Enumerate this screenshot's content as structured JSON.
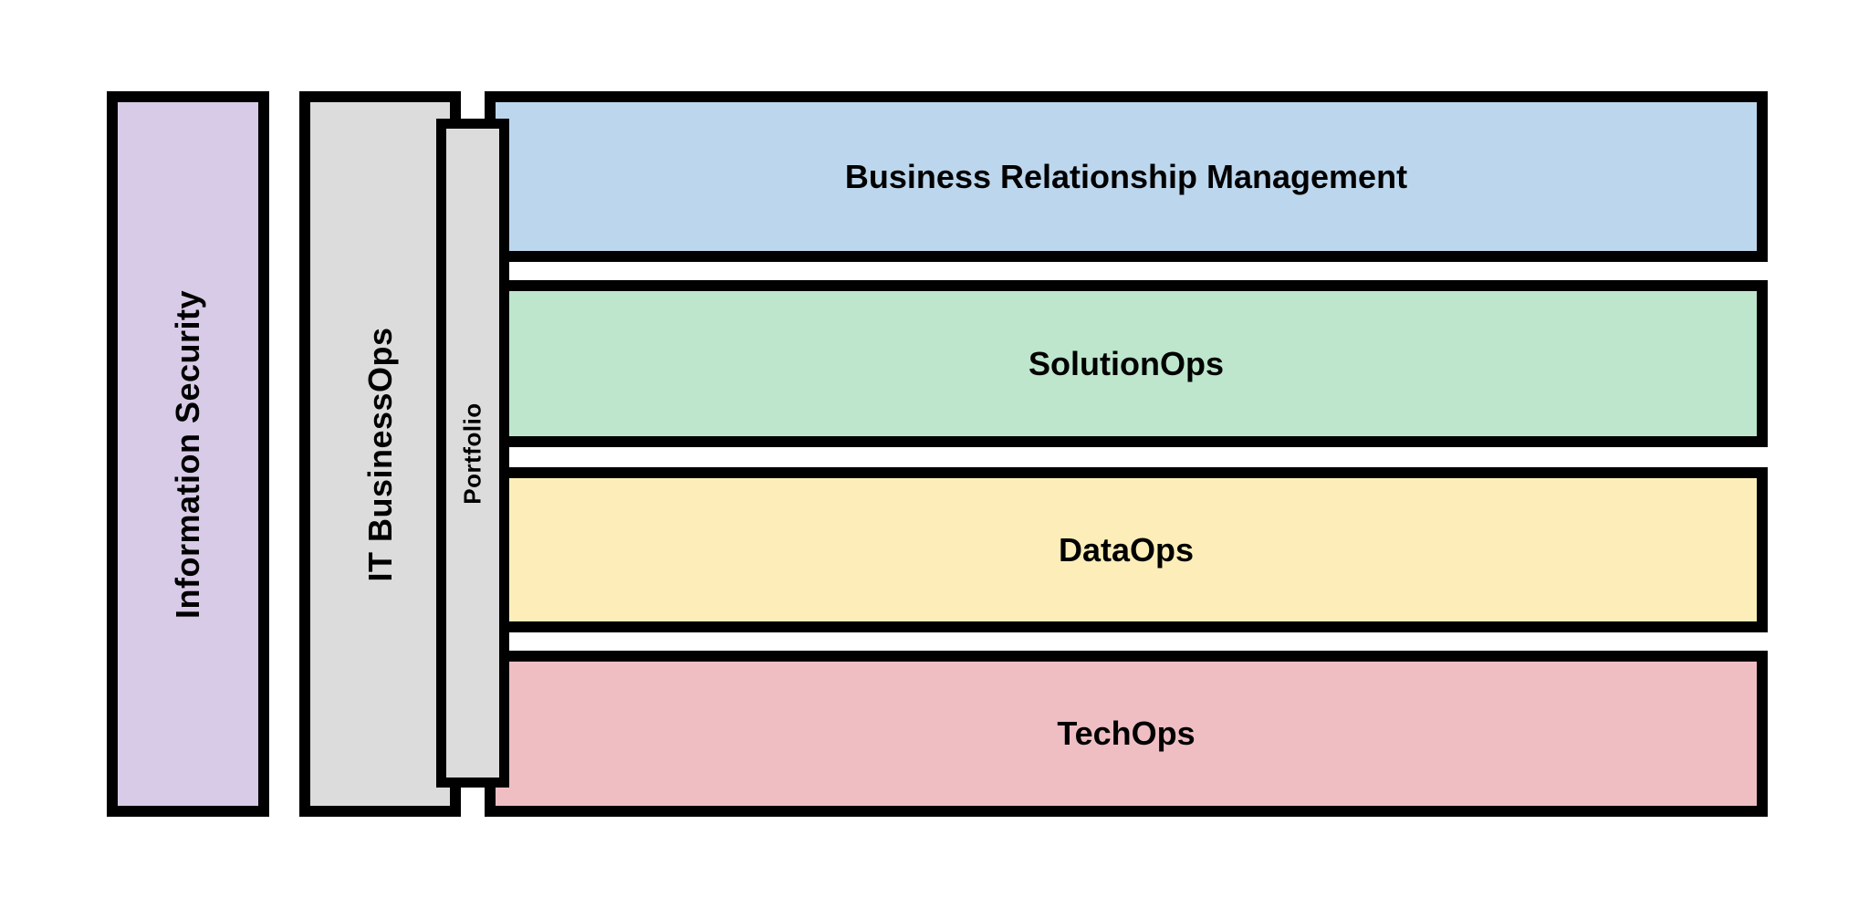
{
  "diagram": {
    "background": "#ffffff",
    "border_color": "#000000",
    "text_color": "#000000",
    "vertical_columns": [
      {
        "id": "information-security",
        "label": "Information Security",
        "fill": "#d8cbe7"
      },
      {
        "id": "it-businessops",
        "label": "IT BusinessOps",
        "fill": "#dcdcdc"
      },
      {
        "id": "portfolio",
        "label": "Portfolio",
        "fill": "#dcdcdc"
      }
    ],
    "rows": [
      {
        "id": "business-relationship-management",
        "label": "Business Relationship Management",
        "fill": "#bcd7ed"
      },
      {
        "id": "solutionops",
        "label": "SolutionOps",
        "fill": "#bde6cc"
      },
      {
        "id": "dataops",
        "label": "DataOps",
        "fill": "#fdeeb9"
      },
      {
        "id": "techops",
        "label": "TechOps",
        "fill": "#eebec3"
      }
    ]
  }
}
